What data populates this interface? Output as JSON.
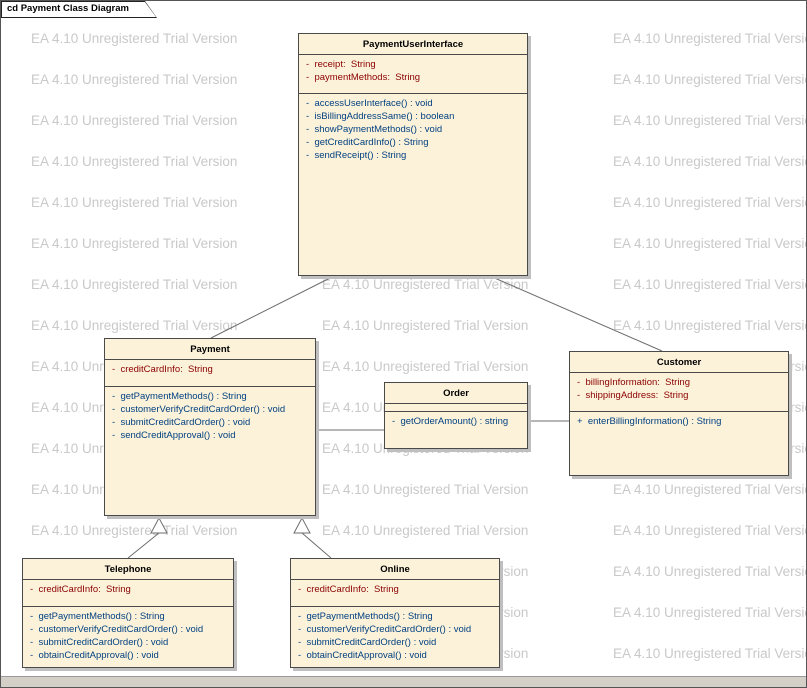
{
  "diagram": {
    "tab_title": "cd Payment Class Diagram",
    "watermark": "EA 4.10 Unregistered Trial Version"
  },
  "colors": {
    "class_fill": "#FCF2DA",
    "class_border": "#4A4A4A",
    "attribute_text": "#8B0000",
    "operation_text": "#004080",
    "watermark_text": "#C9C9C9"
  },
  "classes": [
    {
      "name": "PaymentUserInterface",
      "attributes": [
        "-  receipt:  String",
        "-  paymentMethods:  String"
      ],
      "methods": [
        "-  accessUserInterface() : void",
        "-  isBillingAddressSame() : boolean",
        "-  showPaymentMethods() : void",
        "-  getCreditCardInfo() : String",
        "-  sendReceipt() : String"
      ]
    },
    {
      "name": "Payment",
      "attributes": [
        "-  creditCardInfo:  String"
      ],
      "methods": [
        "-  getPaymentMethods() : String",
        "-  customerVerifyCreditCardOrder() : void",
        "-  submitCreditCardOrder() : void",
        "-  sendCreditApproval() : void"
      ]
    },
    {
      "name": "Order",
      "attributes": [],
      "methods": [
        "-  getOrderAmount() : string"
      ]
    },
    {
      "name": "Customer",
      "attributes": [
        "-  billingInformation:  String",
        "-  shippingAddress:  String"
      ],
      "methods": [
        "+  enterBillingInformation() : String"
      ]
    },
    {
      "name": "Telephone",
      "attributes": [
        "-  creditCardInfo:  String"
      ],
      "methods": [
        "-  getPaymentMethods() : String",
        "-  customerVerifyCreditCardOrder() : void",
        "-  submitCreditCardOrder() : void",
        "-  obtainCreditApproval() : void"
      ]
    },
    {
      "name": "Online",
      "attributes": [
        "-  creditCardInfo:  String"
      ],
      "methods": [
        "-  getPaymentMethods() : String",
        "-  customerVerifyCreditCardOrder() : void",
        "-  submitCreditCardOrder() : void",
        "-  obtainCreditApproval() : void"
      ]
    }
  ]
}
